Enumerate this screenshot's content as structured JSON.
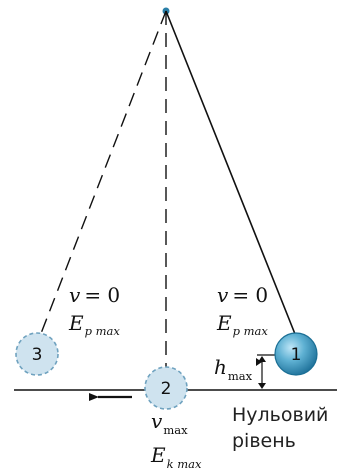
{
  "ball_1": {
    "number": "1",
    "velocity": {
      "symbol": "v",
      "relation": "= 0"
    },
    "energy": {
      "symbol": "E",
      "subscript": "p max"
    },
    "height": {
      "symbol": "h",
      "subscript": "max"
    }
  },
  "ball_2": {
    "number": "2",
    "velocity": {
      "symbol": "v",
      "subscript": "max"
    },
    "energy": {
      "symbol": "E",
      "subscript": "k max"
    }
  },
  "ball_3": {
    "number": "3",
    "velocity": {
      "symbol": "v",
      "relation": "= 0"
    },
    "energy": {
      "symbol": "E",
      "subscript": "p max"
    }
  },
  "zero_level": {
    "line1": "Нульовий",
    "line2": "рівень"
  },
  "colors": {
    "ball_solid_fill": "#4fa3c6",
    "ball_solid_stroke": "#1b6f95",
    "ball_dashed_fill": "#cfe3ef",
    "ball_dashed_stroke": "#6fa2bf",
    "line": "#111111"
  }
}
